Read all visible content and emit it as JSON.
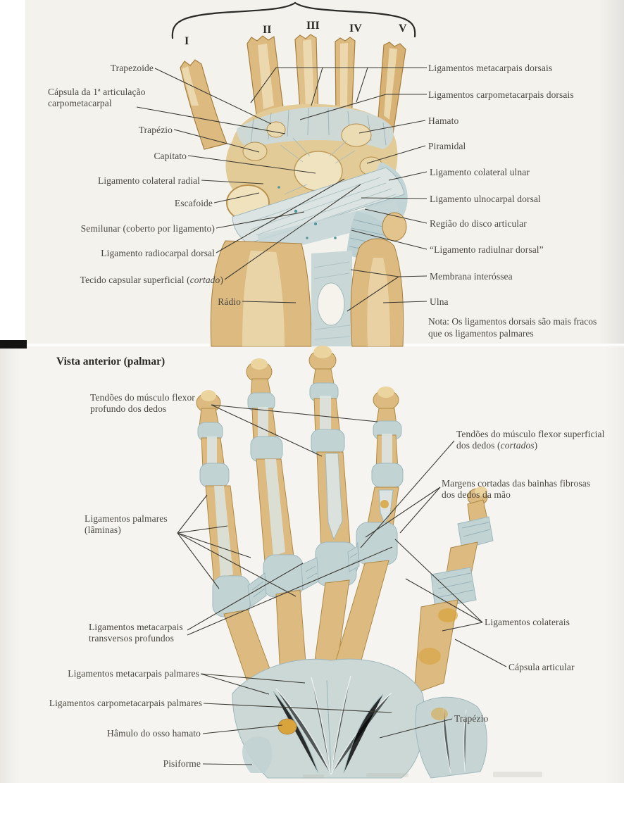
{
  "dorsal": {
    "numerals": [
      "I",
      "II",
      "III",
      "IV",
      "V"
    ],
    "left": {
      "trapezoide": "Trapezoide",
      "capsula": "Cápsula da 1ª articulação carpometacarpal",
      "trapezio": "Trapézio",
      "capitato": "Capitato",
      "colateral_radial": "Ligamento colateral radial",
      "escafoide": "Escafoide",
      "semilunar": "Semilunar (coberto por ligamento)",
      "radiocarpal": "Ligamento radiocarpal dorsal",
      "tecido_pre": "Tecido capsular superficial (",
      "tecido_em": "cortado",
      "tecido_post": ")",
      "radio": "Rádio"
    },
    "right": {
      "metacarpais": "Ligamentos metacarpais dorsais",
      "carpometacarpais": "Ligamentos carpometacarpais dorsais",
      "hamato": "Hamato",
      "piramidal": "Piramidal",
      "colateral_ulnar": "Ligamento colateral ulnar",
      "ulnocarpal": "Ligamento ulnocarpal dorsal",
      "disco": "Região do disco articular",
      "radiulnar": "“Ligamento radiulnar dorsal”",
      "membrana": "Membrana interóssea",
      "ulna": "Ulna"
    },
    "note": "Nota: Os ligamentos dorsais são mais fracos que os ligamentos palmares"
  },
  "palmar": {
    "title": "Vista anterior (palmar)",
    "left": {
      "tendoes_profundo": "Tendões do músculo flexor profundo dos dedos",
      "palmares": "Ligamentos palmares (lâminas)",
      "transversos": "Ligamentos metacarpais transversos profundos",
      "metacarpais_palmares": "Ligamentos metacarpais palmares",
      "carpometacarpais_palmares": "Ligamentos carpometacarpais palmares",
      "hamulo": "Hâmulo do osso hamato",
      "pisiforme": "Pisiforme"
    },
    "right": {
      "superficial_pre": "Tendões do músculo flexor superficial dos dedos (",
      "superficial_em": "cortados",
      "superficial_post": ")",
      "margens": "Margens cortadas das bainhas fibrosas dos dedos da mão",
      "colaterais": "Ligamentos colaterais",
      "capsula": "Cápsula articular",
      "trapezio": "Trapézio"
    }
  },
  "colors": {
    "bone_light": "#f0e3c0",
    "bone_mid": "#dcba80",
    "bone_dark": "#b08a46",
    "ligament_light": "#dbe4e2",
    "ligament_mid": "#c2d3d4",
    "ligament_deep": "#9fb8bd",
    "teal_accent": "#4f939b",
    "paper": "#f3f2ed",
    "line": "#3c3a33"
  }
}
